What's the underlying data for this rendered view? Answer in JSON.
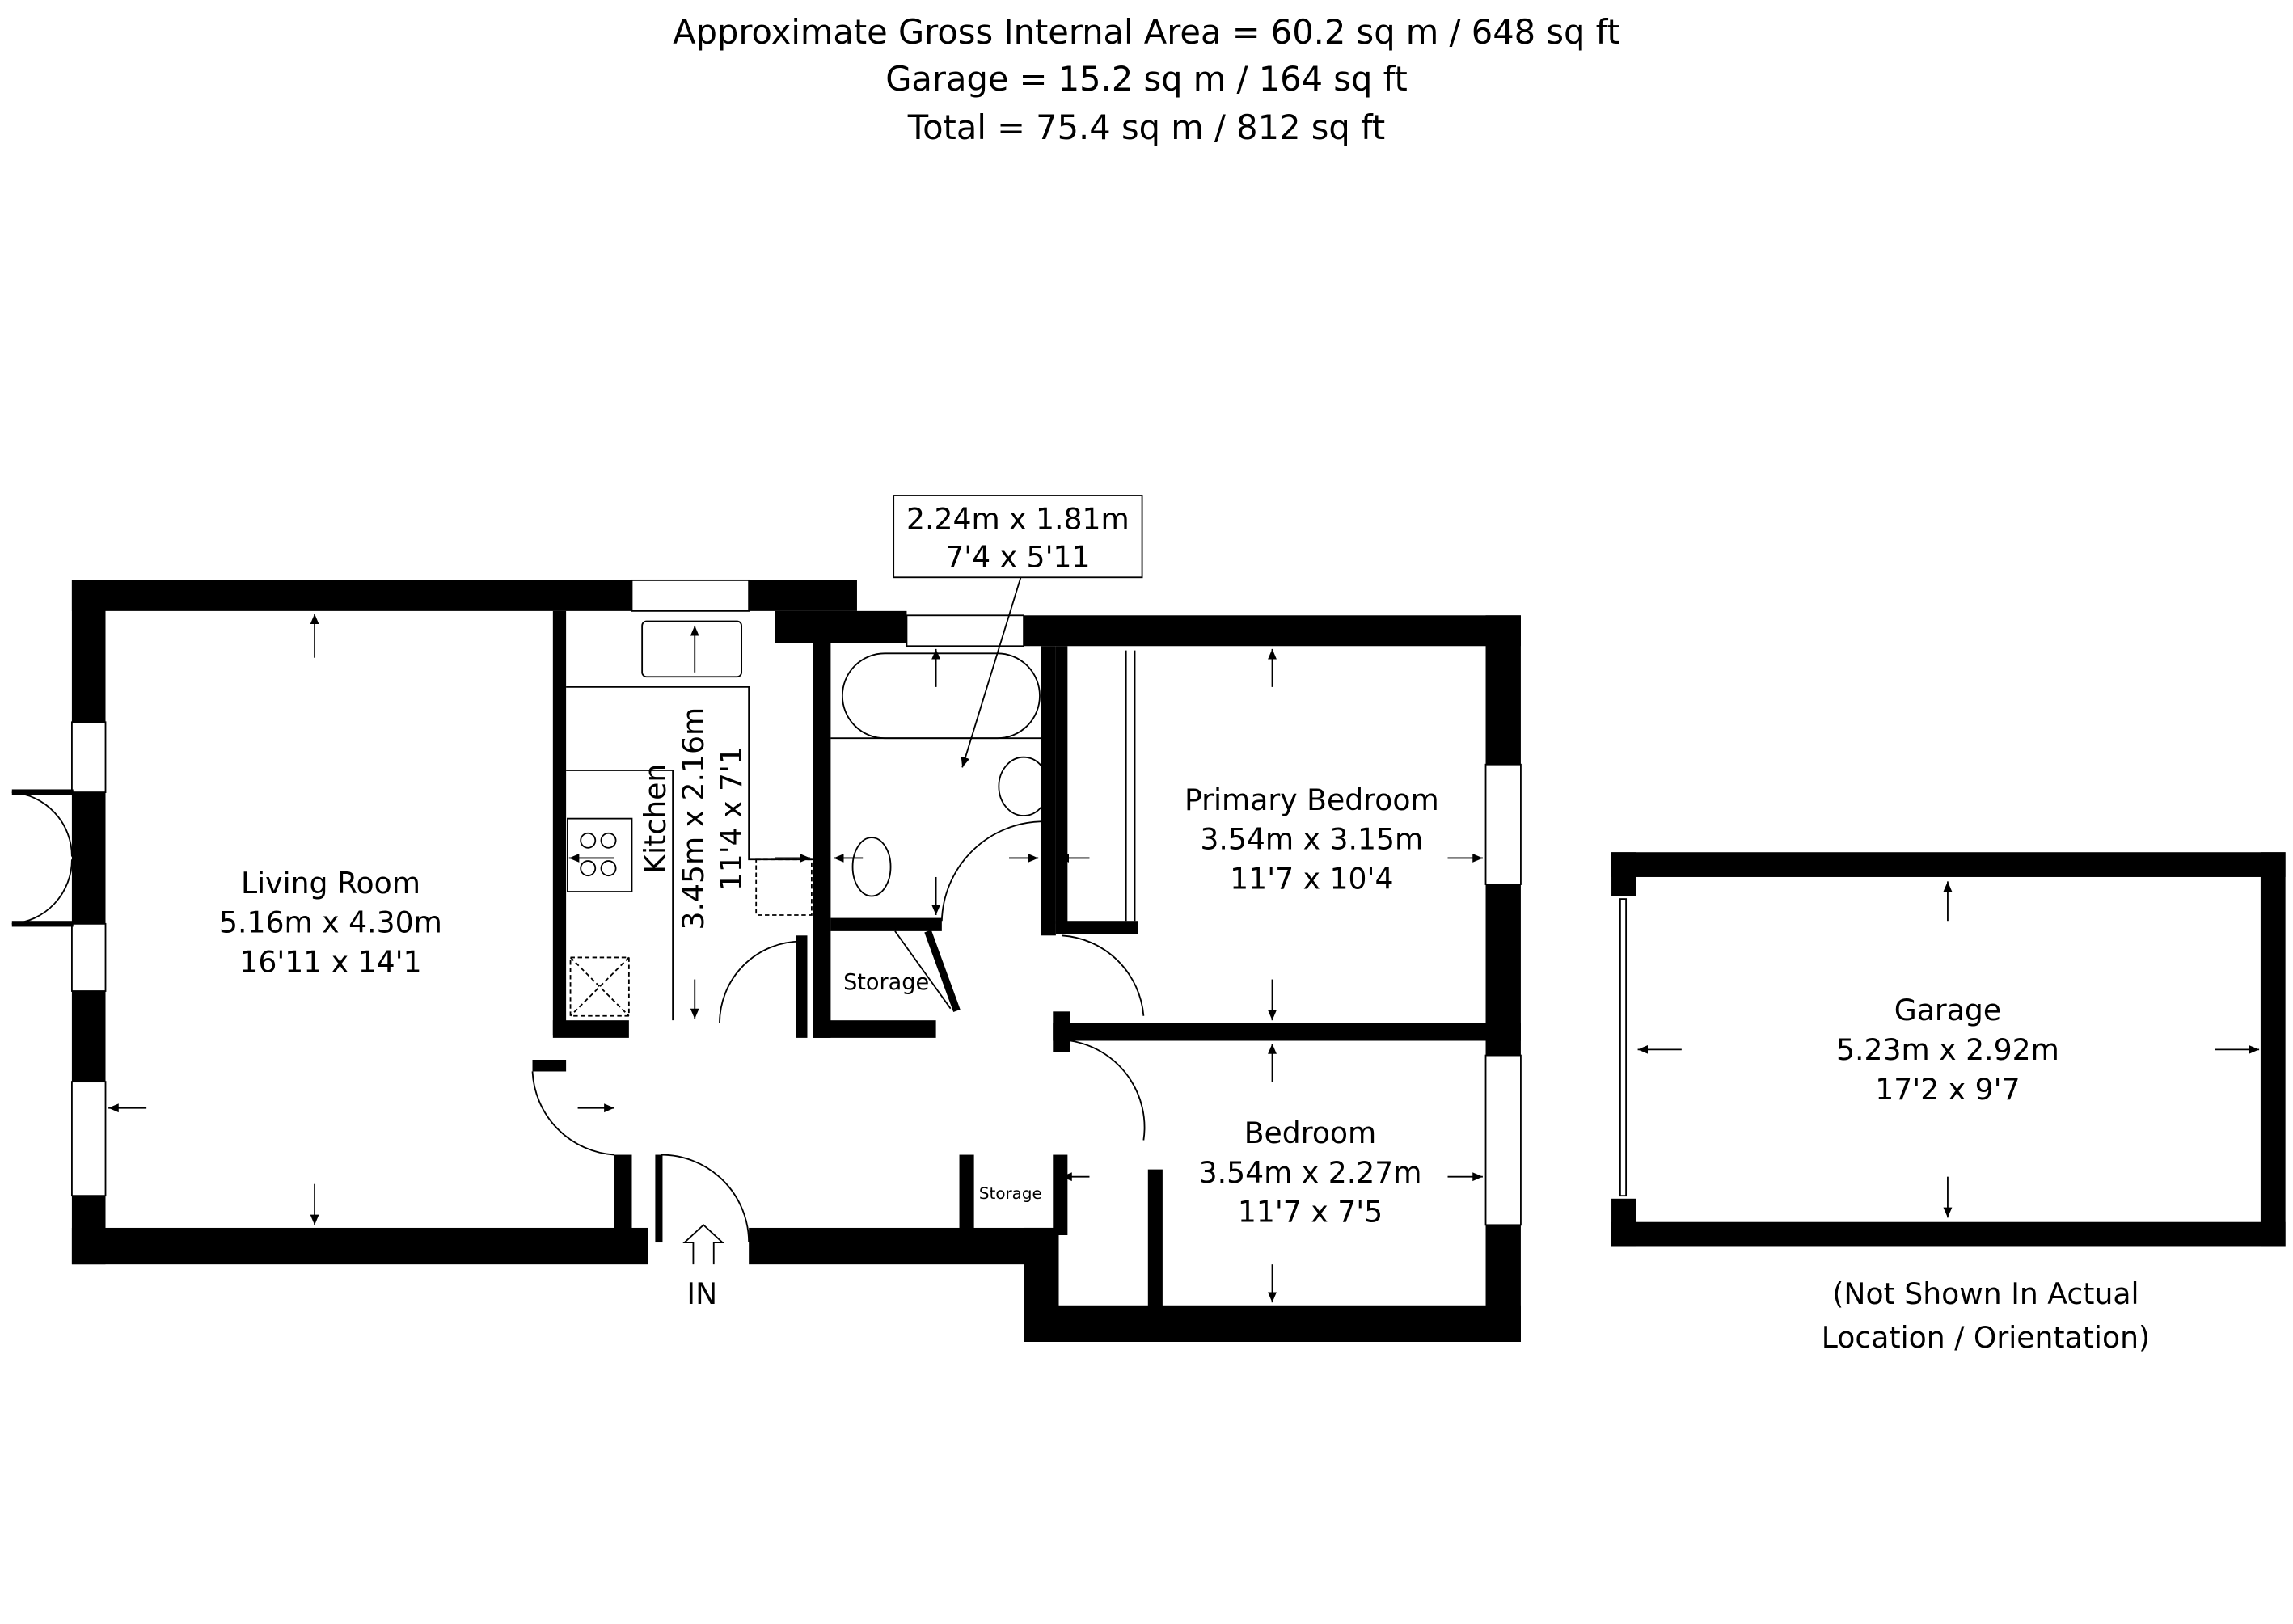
{
  "header": {
    "gross_internal_area": "Approximate Gross Internal Area = 60.2 sq m / 648 sq ft",
    "garage_area": "Garage = 15.2 sq m / 164 sq ft",
    "total_area": "Total = 75.4 sq m / 812 sq ft"
  },
  "rooms": {
    "living_room": {
      "name": "Living Room",
      "metric": "5.16m x 4.30m",
      "imperial": "16'11 x 14'1"
    },
    "kitchen": {
      "name": "Kitchen",
      "metric": "3.45m x 2.16m",
      "imperial": "11'4 x 7'1"
    },
    "bathroom": {
      "metric": "2.24m x 1.81m",
      "imperial": "7'4 x 5'11"
    },
    "primary_bedroom": {
      "name": "Primary Bedroom",
      "metric": "3.54m x 3.15m",
      "imperial": "11'7 x 10'4"
    },
    "bedroom": {
      "name": "Bedroom",
      "metric": "3.54m x 2.27m",
      "imperial": "11'7 x 7'5"
    },
    "storage_1": {
      "name": "Storage"
    },
    "storage_2": {
      "name": "Storage"
    },
    "garage": {
      "name": "Garage",
      "metric": "5.23m x 2.92m",
      "imperial": "17'2 x 9'7"
    }
  },
  "entrance_label": "IN",
  "garage_note": {
    "line1": "(Not Shown In Actual",
    "line2": "Location / Orientation)"
  }
}
